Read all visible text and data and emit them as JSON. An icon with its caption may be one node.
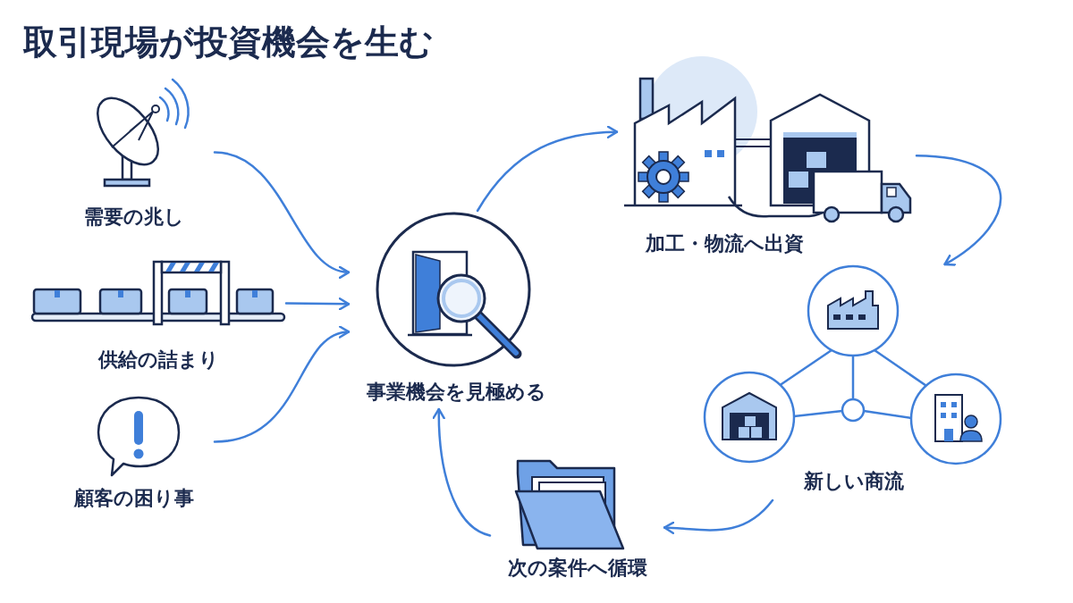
{
  "diagram": {
    "title": "取引現場が投資機会を生む",
    "nodes": [
      {
        "text": [
          "需要の兆し"
        ]
      },
      {
        "text": [
          "供給の詰まり"
        ]
      },
      {
        "text": [
          "顧客の困り事"
        ]
      },
      {
        "text": [
          "事業機会を見極める"
        ]
      },
      {
        "text": [
          "加工・物流へ出資"
        ]
      },
      {
        "text": [
          "新しい商流"
        ]
      },
      {
        "text": [
          "次の案件へ循環"
        ]
      }
    ],
    "edges": [
      {
        "from": 0,
        "to": 3,
        "arrow": "to"
      },
      {
        "from": 1,
        "to": 3,
        "arrow": "to"
      },
      {
        "from": 2,
        "to": 3,
        "arrow": "to"
      },
      {
        "from": 3,
        "to": 4,
        "arrow": "to"
      },
      {
        "from": 4,
        "to": 5,
        "arrow": "to"
      },
      {
        "from": 5,
        "to": 6,
        "arrow": "to"
      },
      {
        "from": 6,
        "to": 3,
        "arrow": "to"
      }
    ]
  }
}
